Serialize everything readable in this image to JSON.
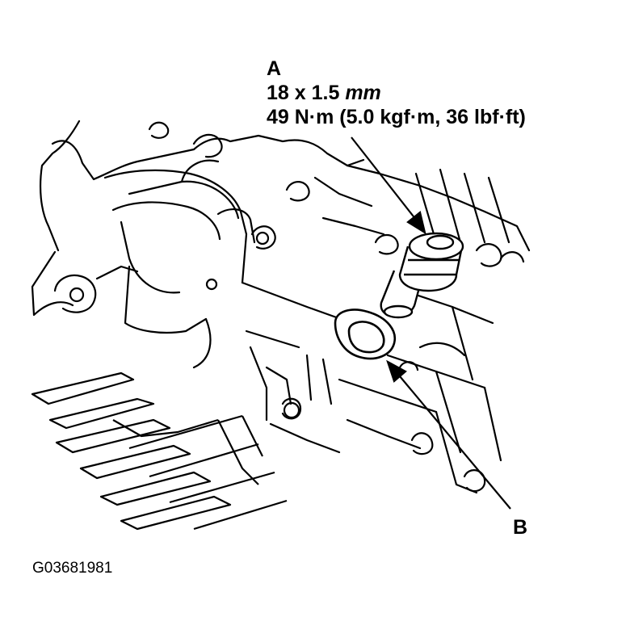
{
  "callout_a": {
    "letter": "A",
    "size_value": "18 x 1.5",
    "size_unit": "mm",
    "torque": "49 N·m (5.0 kgf·m, 36 lbf·ft)"
  },
  "callout_b": {
    "letter": "B"
  },
  "figure_id": "G03681981",
  "colors": {
    "ink": "#000000",
    "paper": "#ffffff"
  },
  "parts": [
    "bolt",
    "washer",
    "engine-housing",
    "crankcase-rib-grid"
  ]
}
